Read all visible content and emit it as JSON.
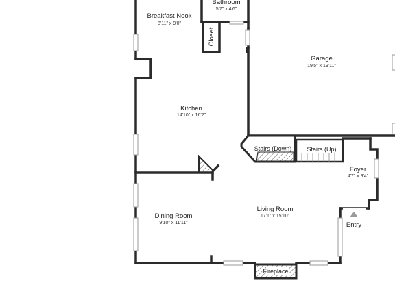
{
  "rooms": {
    "bathroom": {
      "name": "Bathroom",
      "dims": "5'7\" x 4'6\""
    },
    "breakfast_nook": {
      "name": "Breakfast Nook",
      "dims": "8'11\" x 9'0\""
    },
    "closet": {
      "name": "Closet"
    },
    "garage": {
      "name": "Garage",
      "dims": "19'5\" x 19'11\""
    },
    "kitchen": {
      "name": "Kitchen",
      "dims": "14'10\" x 16'2\""
    },
    "stairs_down": {
      "name": "Stairs (Down)"
    },
    "stairs_up": {
      "name": "Stairs (Up)"
    },
    "foyer": {
      "name": "Foyer",
      "dims": "4'7\" x 9'4\""
    },
    "dining_room": {
      "name": "Dining Room",
      "dims": "9'10\" x 11'11\""
    },
    "living_room": {
      "name": "Living Room",
      "dims": "17'1\" x 15'10\""
    },
    "entry": {
      "name": "Entry"
    },
    "fireplace": {
      "name": "Fireplace"
    }
  }
}
